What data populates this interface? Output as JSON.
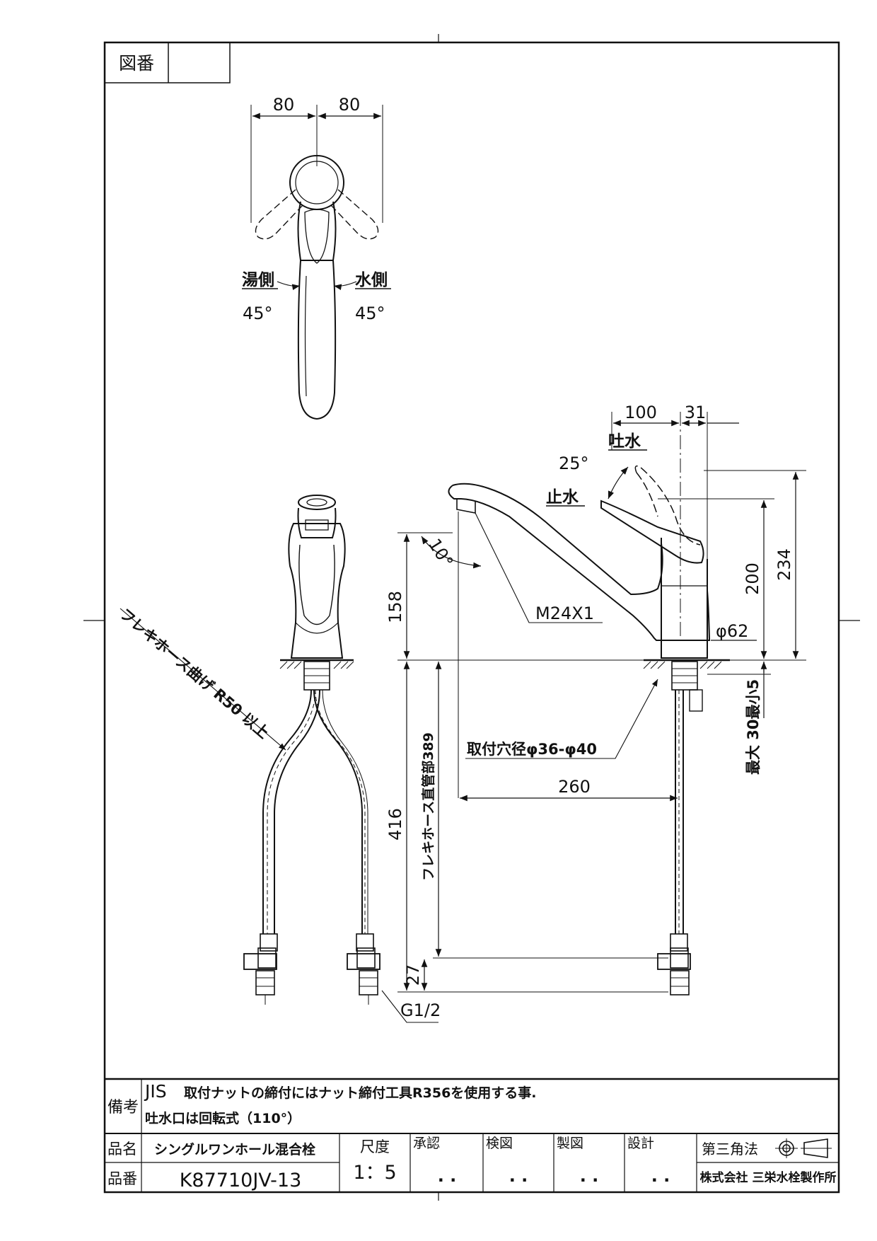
{
  "frame": {
    "zuban_label": "図番",
    "zuban_value": ""
  },
  "top_view": {
    "dim_left": "80",
    "dim_right": "80",
    "hot_label": "湯側",
    "cold_label": "水側",
    "hot_angle": "45°",
    "cold_angle": "45°"
  },
  "side_view": {
    "dim_100": "100",
    "dim_31": "31",
    "spout_label": "吐水",
    "lever_angle": "25°",
    "stop_label": "止水",
    "dim_158": "158",
    "spout_angle": "10°",
    "thread": "M24X1",
    "dim_200": "200",
    "dim_234": "234",
    "body_dia": "φ62",
    "max_thickness": "最大 30最小5",
    "hole_dia": "取付穴径φ36-φ40",
    "dim_260": "260",
    "dim_416": "416",
    "hose_straight": "フレキホース直管部389",
    "dim_27": "27",
    "hose_bend": "フレキホース曲げ R50 以上",
    "connection": "G1/2"
  },
  "title_block": {
    "remarks_label": "備考",
    "remark_1_prefix": "JIS",
    "remark_1": "取付ナットの締付にはナット締付工具R356を使用する事.",
    "remark_2": "吐水口は回転式（110°）",
    "product_name_label": "品名",
    "product_name": "シングルワンホール混合栓",
    "product_code_label": "品番",
    "product_code": "K87710JV-13",
    "scale_label": "尺度",
    "scale_value": "1：5",
    "approve_label": "承認",
    "check_label": "検図",
    "draw_label": "製図",
    "design_label": "設計",
    "sign_dots": ". .",
    "projection_label": "第三角法",
    "company": "株式会社 三栄水栓製作所"
  }
}
